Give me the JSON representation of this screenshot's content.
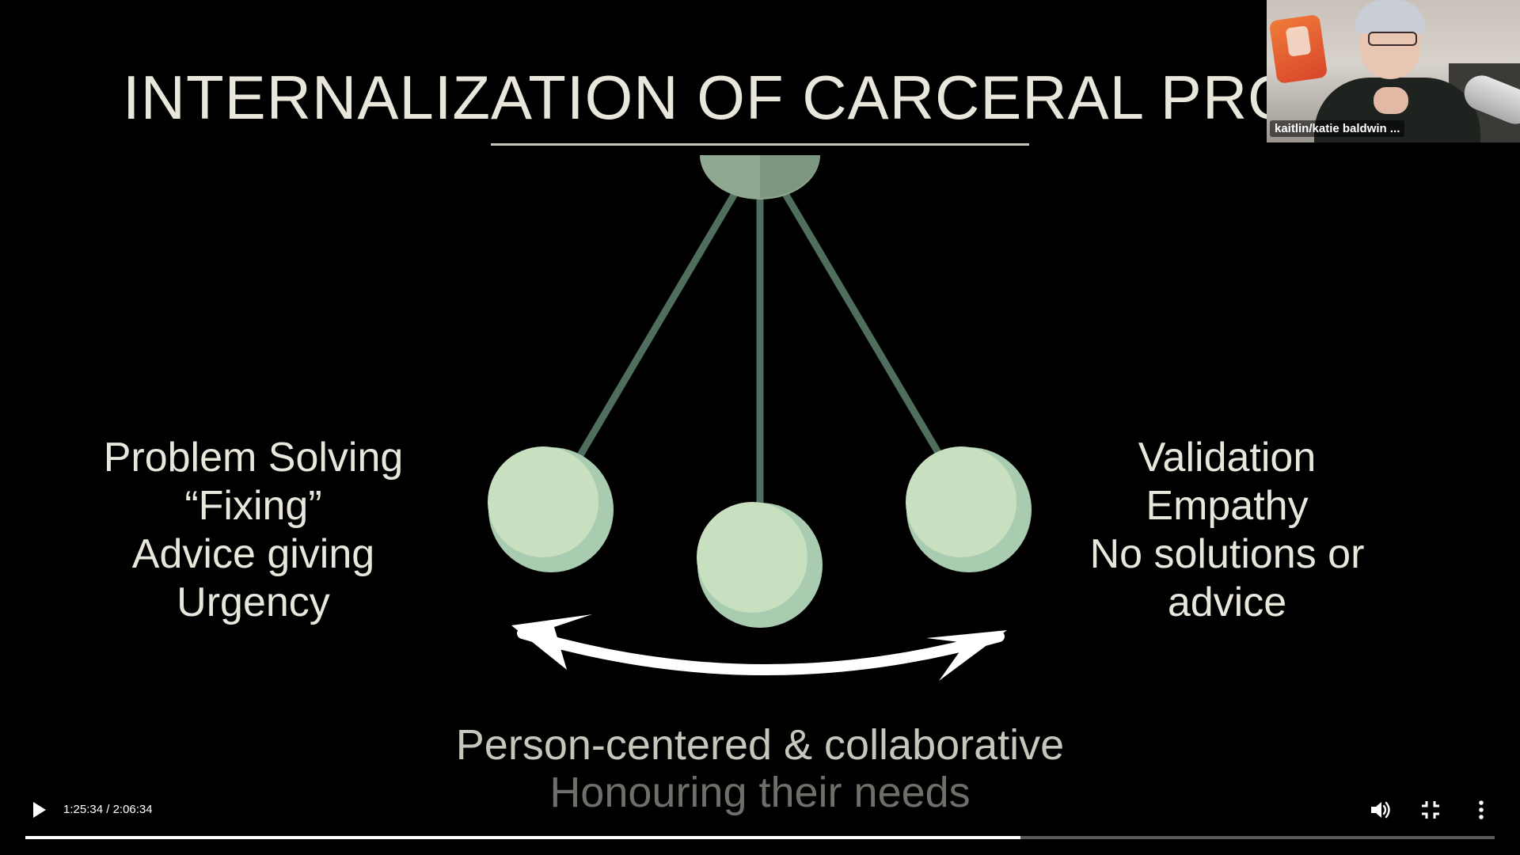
{
  "slide": {
    "title": "INTERNALIZATION OF CARCERAL PROC",
    "left_items": [
      "Problem Solving",
      "“Fixing”",
      "Advice giving",
      "Urgency"
    ],
    "right_items": [
      "Validation",
      "Empathy",
      "No solutions or",
      "advice"
    ],
    "bottom_line1": "Person-centered & collaborative",
    "bottom_line2": "Honouring their needs",
    "colors": {
      "ball": "#c8e0bf",
      "ball_shade": "#a9ccb1",
      "string": "#4f6e5d",
      "pivot": "#8fa891",
      "arrow": "#ffffff"
    }
  },
  "webcam": {
    "participant_name": "kaitlin/katie baldwin ..."
  },
  "player": {
    "current_time": "1:25:34",
    "separator": " / ",
    "duration": "2:06:34",
    "progress_fraction": 0.677,
    "icons": {
      "play": "play-icon",
      "volume": "volume-icon",
      "exit_fullscreen": "exit-fullscreen-icon",
      "more": "more-vert-icon"
    }
  }
}
